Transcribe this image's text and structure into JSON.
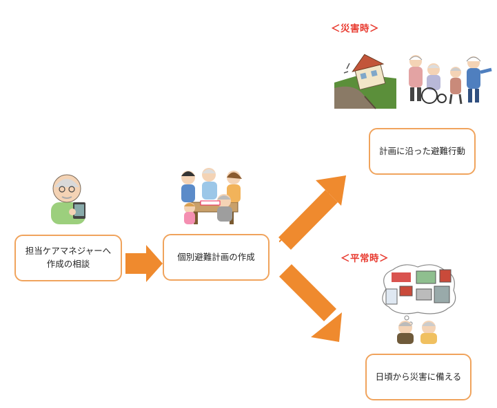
{
  "flow": {
    "step1": {
      "line1": "担当ケアマネジャーへ",
      "line2": "作成の相談"
    },
    "step2": {
      "label": "個別避難計画の作成"
    },
    "disaster": {
      "heading": "＜災害時＞",
      "action": "計画に沿った避難行動"
    },
    "normal": {
      "heading": "＜平常時＞",
      "action": "日頃から災害に備える"
    }
  },
  "colors": {
    "box_border": "#f0a35c",
    "arrow": "#ef8a2e",
    "heading": "#e8392e"
  },
  "icons": [
    "care-manager-tablet-illustration",
    "family-meeting-illustration",
    "collapsed-house-illustration",
    "evacuation-group-illustration",
    "preparedness-thought-bubble-illustration"
  ]
}
